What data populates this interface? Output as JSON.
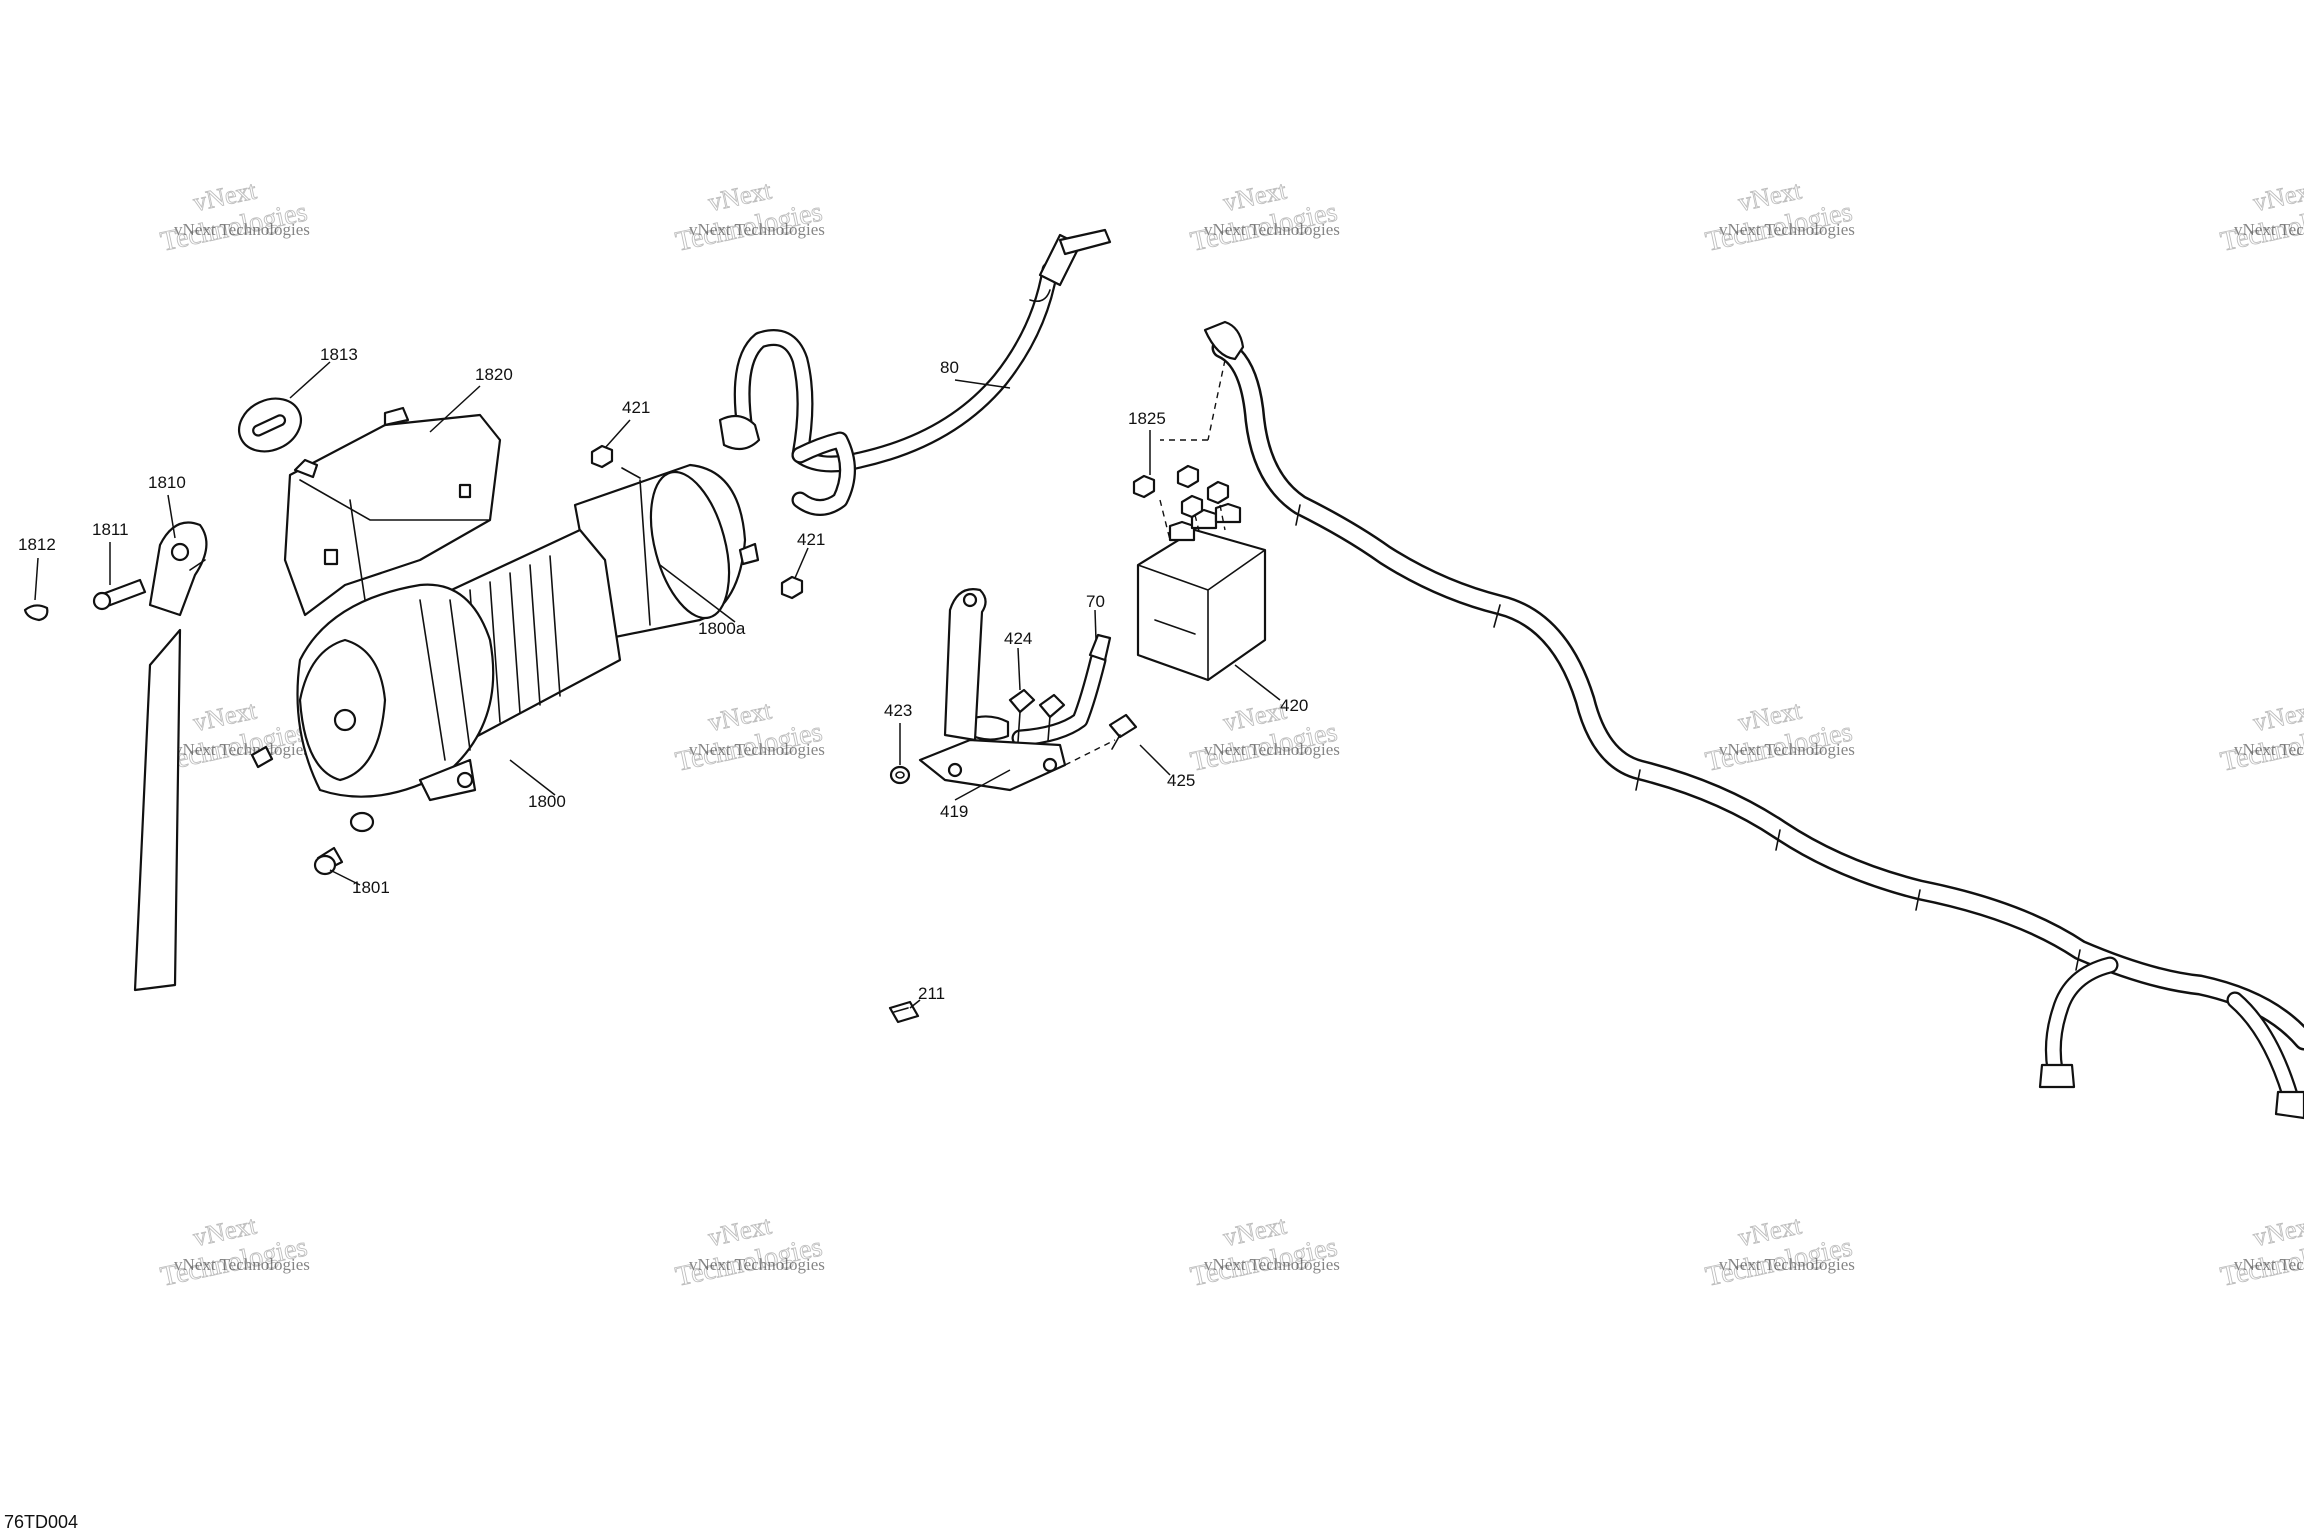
{
  "drawing_id": "76TD004",
  "watermark": {
    "line_small": "vNext Technologies",
    "line_large": "Technologies",
    "line_top": "vNext"
  },
  "callouts": [
    "1813",
    "1820",
    "1810",
    "1812",
    "1811",
    "421",
    "421",
    "80",
    "1825",
    "70",
    "424",
    "423",
    "1800a",
    "1800",
    "1801",
    "420",
    "419",
    "425",
    "211"
  ]
}
